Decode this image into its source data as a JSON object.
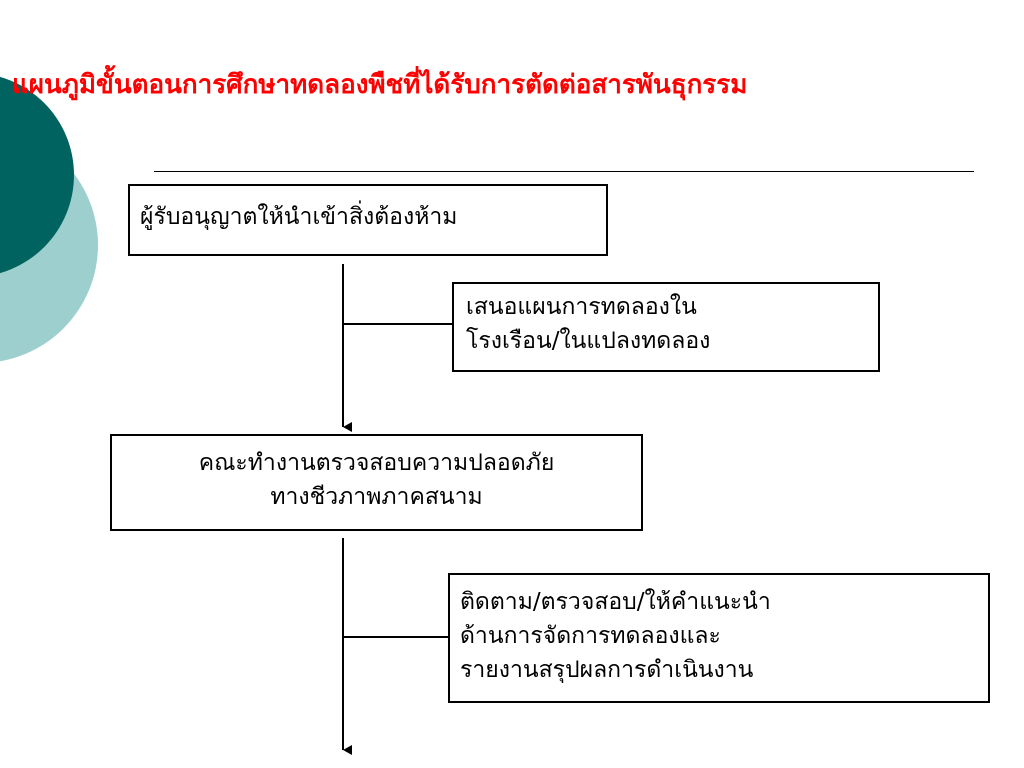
{
  "title": "แผนภูมิขั้นตอนการศึกษาทดลองพืชที่ได้รับการตัดต่อสารพันธุกรรม",
  "colors": {
    "title": "#ff0000",
    "accent_dark": "#00635f",
    "accent_light": "#9ccfcd"
  },
  "flowchart": {
    "main_steps": [
      {
        "lines": [
          "ผู้รับอนุญาตให้นำเข้าสิ่งต้องห้าม"
        ]
      },
      {
        "lines": [
          "คณะทำงานตรวจสอบความปลอดภัย",
          "ทางชีวภาพภาคสนาม"
        ]
      }
    ],
    "side_steps": [
      {
        "lines": [
          "เสนอแผนการทดลองใน",
          "โรงเรือน/ในแปลงทดลอง"
        ]
      },
      {
        "lines": [
          "ติดตาม/ตรวจสอบ/ให้คำแนะนำ",
          "ด้านการจัดการทดลองและ",
          "รายงานสรุปผลการดำเนินงาน"
        ]
      }
    ]
  }
}
